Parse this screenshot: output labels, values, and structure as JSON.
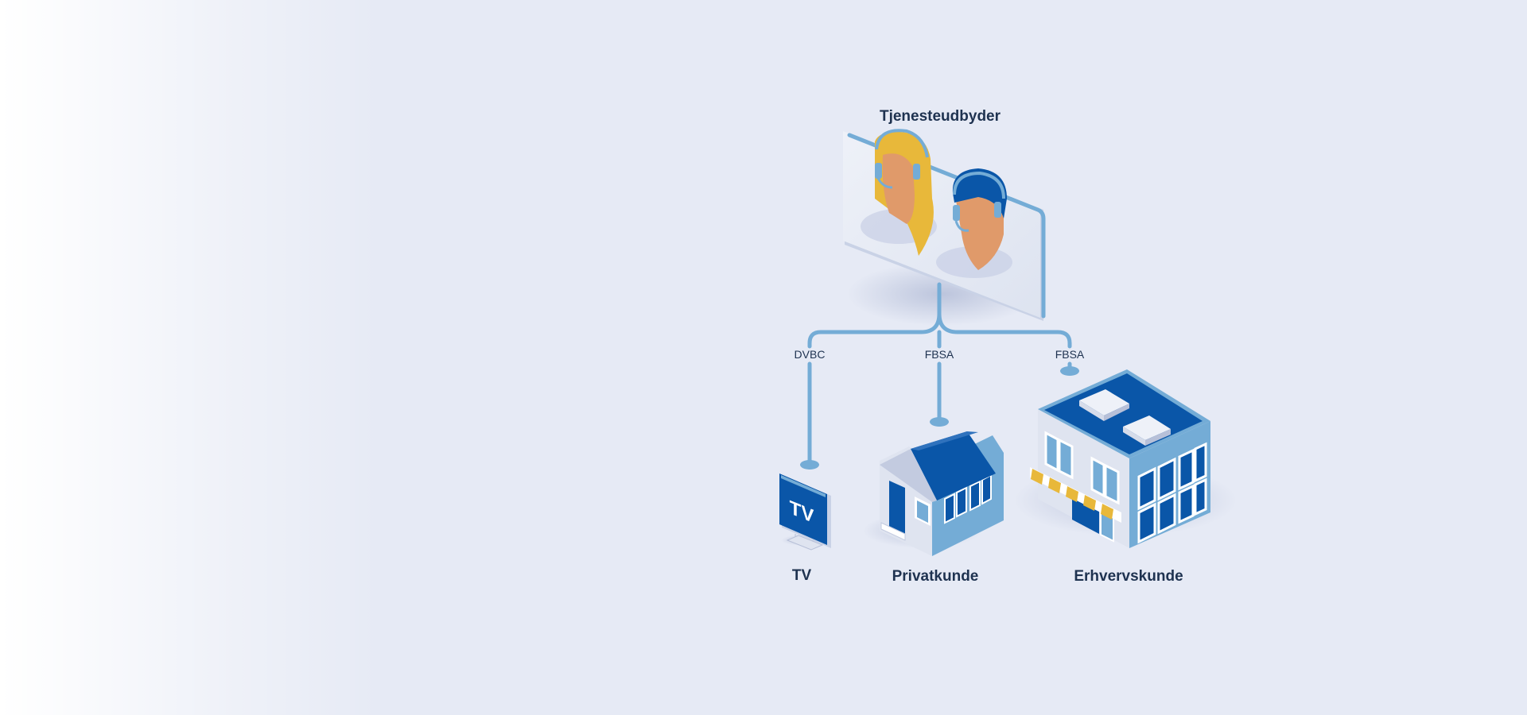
{
  "diagram": {
    "provider": {
      "label": "Tjenesteudbyder",
      "icon": "support-agents-icon"
    },
    "links": [
      {
        "label": "DVBC",
        "to": "TV"
      },
      {
        "label": "FBSA",
        "to": "Privatkunde"
      },
      {
        "label": "FBSA",
        "to": "Erhvervskunde"
      }
    ],
    "nodes": [
      {
        "label": "TV",
        "icon": "tv-icon",
        "screen_text": "TV"
      },
      {
        "label": "Privatkunde",
        "icon": "house-icon"
      },
      {
        "label": "Erhvervskunde",
        "icon": "office-building-icon"
      }
    ]
  },
  "colors": {
    "background": "#e6eaf5",
    "line": "#74acd6",
    "brand_blue": "#0a56a8",
    "accent_yellow": "#e8b83a",
    "skin": "#e09a6a",
    "text": "#1e3250"
  }
}
